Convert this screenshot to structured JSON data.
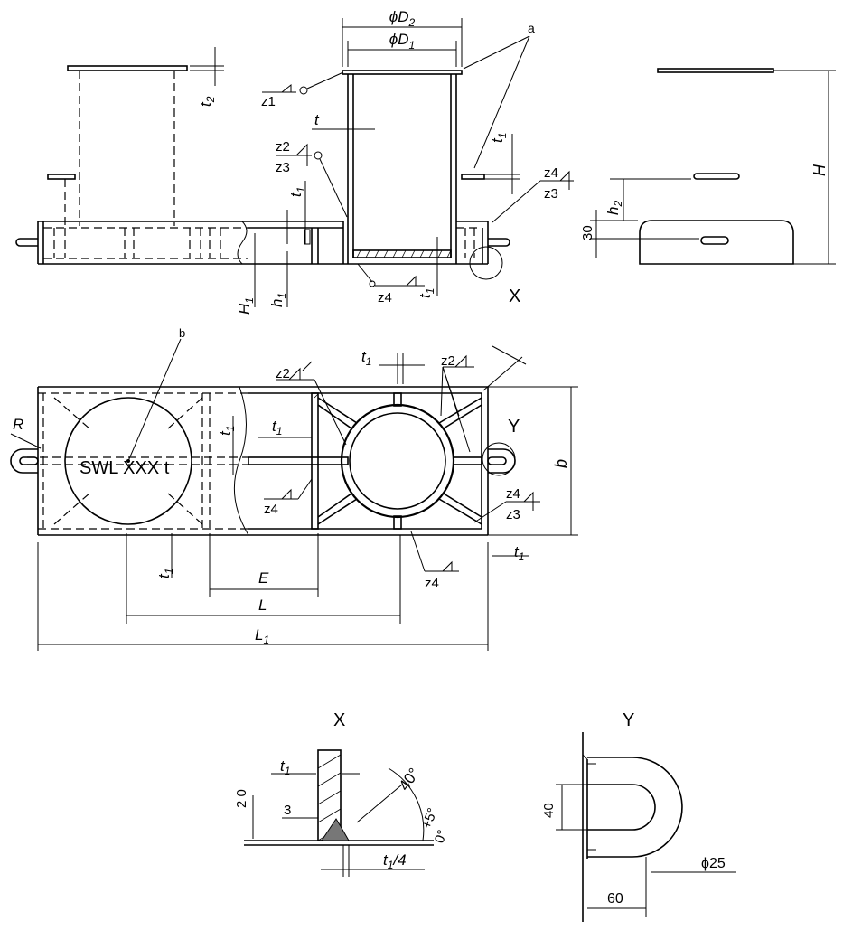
{
  "labels": {
    "D2": "ϕD",
    "D2_sub": "2",
    "D1": "ϕD",
    "D1_sub": "1",
    "a": "a",
    "b": "b",
    "t": "t",
    "t1": "t",
    "t1_sub": "1",
    "t2": "t",
    "t2_sub": "2",
    "H": "H",
    "H1": "H",
    "H1_sub": "1",
    "h1": "h",
    "h1_sub": "1",
    "h2": "h",
    "h2_sub": "2",
    "R": "R",
    "E": "E",
    "L": "L",
    "L1": "L",
    "L1_sub": "1",
    "bdim": "b",
    "X": "X",
    "Y": "Y",
    "swl": "SWL XXX t",
    "z1": "z1",
    "z2": "z2",
    "z3": "z3",
    "z4": "z4",
    "dim30": "30",
    "dim20": "2 0",
    "dim3": "3",
    "dim40deg": "40°",
    "dimtol": "+5°",
    "dimtol0": "0°",
    "dimt14": "t",
    "dimt14_rest": "/4",
    "dim40": "40",
    "dim25": "ϕ25",
    "dim60": "60"
  }
}
